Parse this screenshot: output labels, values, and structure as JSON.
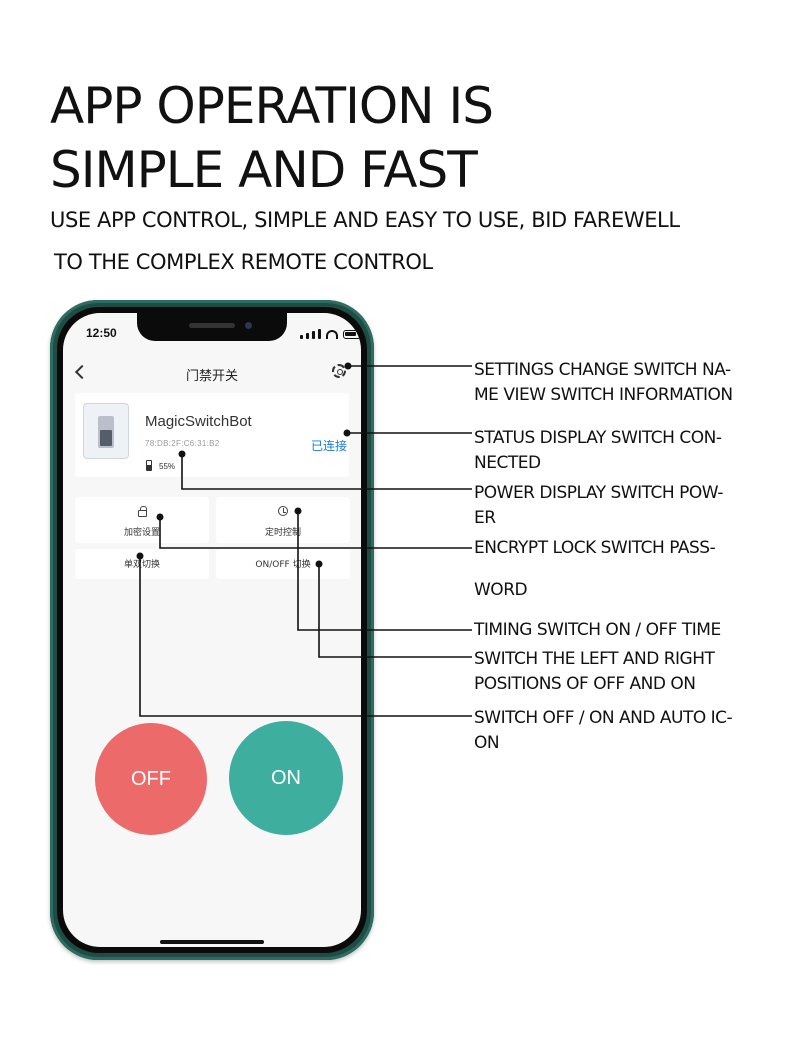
{
  "headline": {
    "line1": "APP OPERATION IS",
    "line2": "SIMPLE AND FAST"
  },
  "subheadline": {
    "line1": "USE APP CONTROL, SIMPLE AND EASY TO USE, BID FAREWELL",
    "line2": "TO THE COMPLEX REMOTE CONTROL"
  },
  "phone": {
    "status_bar": {
      "time": "12:50"
    },
    "nav": {
      "title": "门禁开关",
      "back_icon": "chevron-left-icon",
      "settings_icon": "gear-icon"
    },
    "device": {
      "name": "MagicSwitchBot",
      "mac": "78:DB:2F:C6:31:B2",
      "battery": "55%",
      "status": "已连接",
      "status_color": "#1a7be0"
    },
    "functions": [
      {
        "label": "加密设置",
        "icon": "lock-icon"
      },
      {
        "label": "定时控制",
        "icon": "alarm-clock-icon"
      },
      {
        "label": "单双切换"
      },
      {
        "label": "ON/OFF 切换"
      }
    ],
    "buttons": {
      "off": {
        "label": "OFF",
        "color": "#ec6a6a"
      },
      "on": {
        "label": "ON",
        "color": "#3eae9f"
      }
    },
    "frame_color": "#1f4d45"
  },
  "callouts": [
    "SETTINGS  CHANGE SWITCH NA-\nME VIEW SWITCH INFORMATION",
    "STATUS  DISPLAY SWITCH CON-\nNECTED",
    "POWER  DISPLAY SWITCH POW-\nER",
    "ENCRYPT  LOCK SWITCH PASS-\n\nWORD",
    "TIMING SWITCH ON / OFF TIME",
    "SWITCH THE LEFT AND RIGHT\nPOSITIONS OF OFF AND ON",
    "SWITCH OFF / ON AND AUTO IC-\nON"
  ]
}
